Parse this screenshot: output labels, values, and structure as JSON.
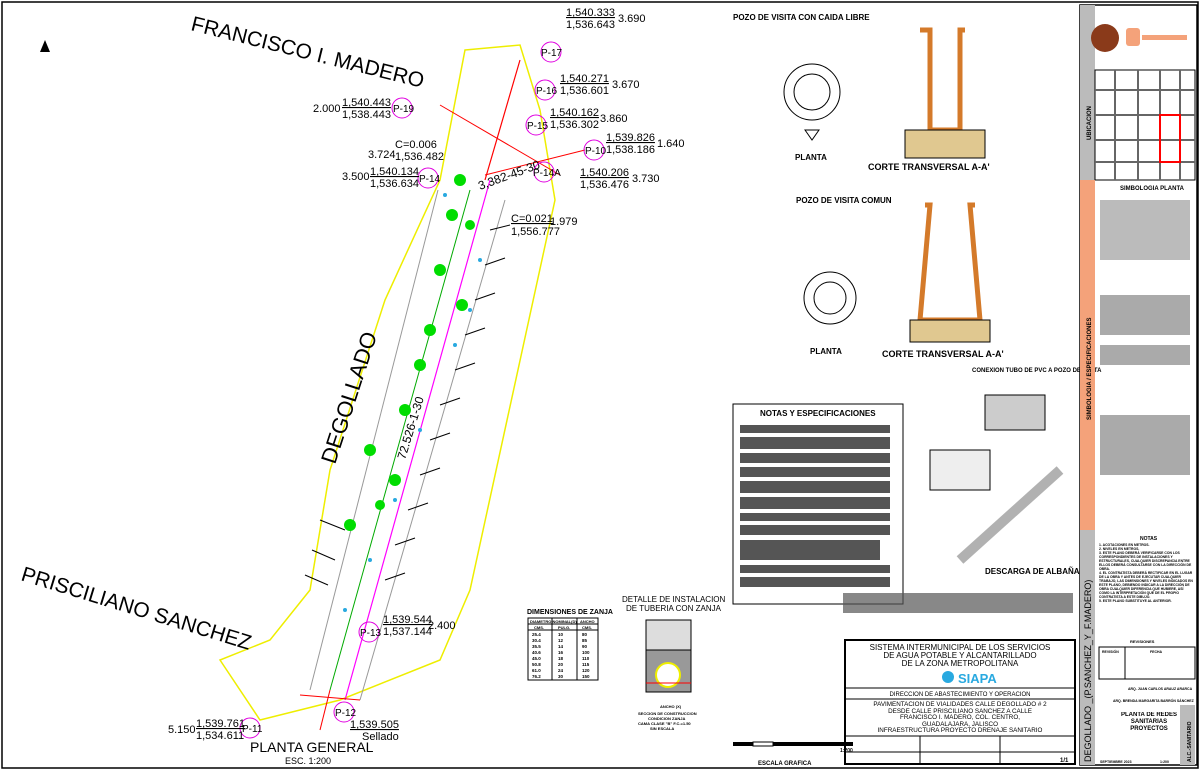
{
  "plan": {
    "street_top": "FRANCISCO I. MADERO",
    "street_main": "DEGOLLADO",
    "street_bottom": "PRISCILIANO SANCHEZ",
    "title": "PLANTA GENERAL",
    "scale": "ESC.      1:200",
    "pipe_label_1": "3,382-45-30",
    "pipe_label_2": "72.526-1-30",
    "wells": [
      {
        "id": "P-17",
        "top": "1,540.333",
        "bottom": "1,536.643",
        "depth": "3.690"
      },
      {
        "id": "P-16",
        "top": "1,540.271",
        "bottom": "1,536.601",
        "depth": "3.670"
      },
      {
        "id": "P-19",
        "top": "1,540.443",
        "bottom": "1,538.443",
        "depth": "2.000"
      },
      {
        "id": "P-15",
        "top": "1,540.162",
        "bottom": "1,536.302",
        "depth": "3.860"
      },
      {
        "id": "P-10",
        "top": "1,539.826",
        "bottom": "1,538.186",
        "depth": "1.640"
      },
      {
        "id": "P-14A",
        "top": "1,540.206",
        "bottom": "1,536.476",
        "depth": "3.730"
      },
      {
        "id": "P-14",
        "top": "1,540.134",
        "bottom": "1,536.634",
        "depth": "3.500"
      },
      {
        "id": "P-13",
        "top": "1,539.544",
        "bottom": "1,537.144",
        "depth": "2.400"
      },
      {
        "id": "P-11",
        "top": "1,539.761",
        "bottom": "1,534.611",
        "depth": "5.150"
      },
      {
        "id": "P-12",
        "top": "1,539.505",
        "bottom": "Sellado",
        "depth": ""
      }
    ],
    "drops": [
      {
        "c": "C=0.006",
        "top": "3.724",
        "bottom": "1,536.482"
      },
      {
        "c": "C=0.021",
        "top": "1.979",
        "bottom": "1,556.777"
      }
    ]
  },
  "details": {
    "pozo_caida": "POZO DE VISITA CON CAIDA LIBRE",
    "pozo_comun": "POZO DE VISITA COMUN",
    "planta": "PLANTA",
    "corte": "CORTE TRANSVERSAL  A-A'",
    "conexion": "CONEXION TUBO DE PVC A POZO DE VISITA",
    "descarga": "DESCARGA DE ALBAÑAL",
    "notas_title": "NOTAS Y ESPECIFICACIONES",
    "zanja_title": "DIMENSIONES  DE  ZANJA",
    "zanja_headers": [
      "DIAMETRO NOMINAL(D)",
      "ANCHO"
    ],
    "zanja_sub": [
      "CMS.",
      "PULG.",
      "CMS."
    ],
    "zanja_rows": [
      [
        "25.4",
        "10",
        "80"
      ],
      [
        "30.4",
        "12",
        "85"
      ],
      [
        "35.5",
        "14",
        "90"
      ],
      [
        "40.6",
        "16",
        "100"
      ],
      [
        "45.0",
        "18",
        "110"
      ],
      [
        "50.8",
        "20",
        "115"
      ],
      [
        "61.0",
        "24",
        "120"
      ],
      [
        "76.2",
        "30",
        "150"
      ]
    ],
    "tuberia_title_1": "DETALLE DE INSTALACION",
    "tuberia_title_2": "DE TUBERIA CON ZANJA",
    "tuberia_caption": [
      "ANCHO (X)",
      "SECCION DE CONSTRUCCION",
      "CONDICION ZANJA",
      "CAMA CLASE \"B\" F.C.=1.50",
      "SIN        ESCALA"
    ],
    "escala": "ESCALA GRAFICA",
    "escala_ratio": "1:200"
  },
  "title_block": {
    "org": [
      "SISTEMA INTERMUNICIPAL DE LOS SERVICIOS",
      "DE AGUA POTABLE Y ALCANTARILLADO",
      "DE LA ZONA METROPOLITANA"
    ],
    "logo": "SIAPA",
    "direccion": "DIRECCION DE ABASTECIMIENTO Y OPERACION",
    "project": [
      "PAVIMENTACION DE VIALIDADES CALLE DEGOLLADO # 2",
      "DESDE CALLE  PRISCILIANO SANCHEZ A CALLE",
      "FRANCISCO I. MADERO,  COL. CENTRO,",
      "GUADALAJARA, JALISCO",
      "INFRAESTRUCTURA PROYECTO DRENAJE SANITARIO"
    ],
    "sheet": "1/1"
  },
  "side_panel": {
    "ubicacion": "UBICACION",
    "simbologia": "SIMBOLOGIA PLANTA",
    "simbologia_side": "SIMBOLOGIA / ESPECIFICACIONES",
    "notas_title": "NOTAS",
    "notas": [
      "1. ACOTACIONES EN METROS.",
      "2. NIVELES EN METROS.",
      "3. ESTE PLANO DEBERÁ VERIFICARSE CON LOS CORRESPONDIENTES DE INSTALACIONES Y ESTRUCTURALES, CUALQUIER DISCREPANCIA ENTRE ELLOS DEBERÁ CONSULTARSE CON LA DIRECCIÓN DE OBRA.",
      "4. EL CONTRATISTA DEBERÁ RECTIFICAR EN EL LUGAR DE LA OBRA Y ANTES DE EJECUTAR CUALQUIER TRABAJO, LAS DIMENSIONES Y NIVELES INDICADOS EN ESTE PLANO, DEBIENDO INDICAR A LA DIRECCIÓN DE OBRA CUALQUIER DIFERENCIA QUE HUBIERE, ASÍ COMO LA INTERPRETACIÓN QUE DE EL PROPIO CONTRATISTA A ESTE DIBUJO.",
      "5. ESTE PLANO SUBSTITUYE AL ANTERIOR."
    ],
    "revisiones": "REVISIONES",
    "rev_headers": [
      "REVISIÓN",
      "FECHA"
    ],
    "firma_1": "ARQ. JUAN CARLOS ARAUZ ARARCA",
    "firma_2": "ARQ. BRENDA MARGARITA BARRÓN SÁNCHEZ",
    "plano": "PLANTA DE REDES SANITARIAS PROYECTOS",
    "fecha": "SEPTIEMBRE 2023",
    "escala": "1:200",
    "vertical_title": "DEGOLLADO _(P.SANCHEZ_Y_F.MADERO)",
    "vertical_code": "ALC.-SANITARIO"
  },
  "colors": {
    "accent_orange": "#f4a27a",
    "siapa_blue": "#29a9e0",
    "well_magenta": "#e000e0",
    "boundary_yellow": "#f0f000",
    "tree_green": "#00dd00",
    "pipe_red": "#ff0000"
  }
}
